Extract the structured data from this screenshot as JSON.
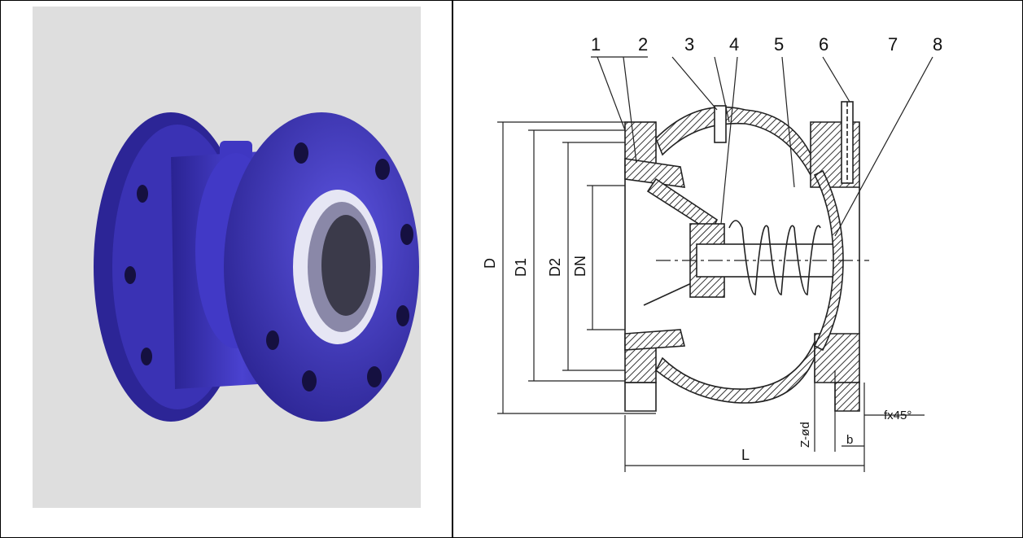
{
  "table": {
    "left_cell": {
      "content": "product-photo"
    },
    "right_cell": {
      "content": "technical-drawing"
    }
  },
  "drawing": {
    "part_numbers": [
      "1",
      "2",
      "3",
      "4",
      "5",
      "6",
      "7",
      "8"
    ],
    "dimensions": {
      "outer_diameter": "D",
      "bolt_circle": "D1",
      "raised_face": "D2",
      "nominal_diameter": "DN",
      "length": "L",
      "bolt_holes": "Z-ød",
      "flange_thickness": "b",
      "chamfer": "fx45°"
    }
  },
  "colors": {
    "valve_blue": "#3b33b8",
    "valve_dark": "#1d1670",
    "photo_bg": "#dedede",
    "hatch": "#333333"
  }
}
